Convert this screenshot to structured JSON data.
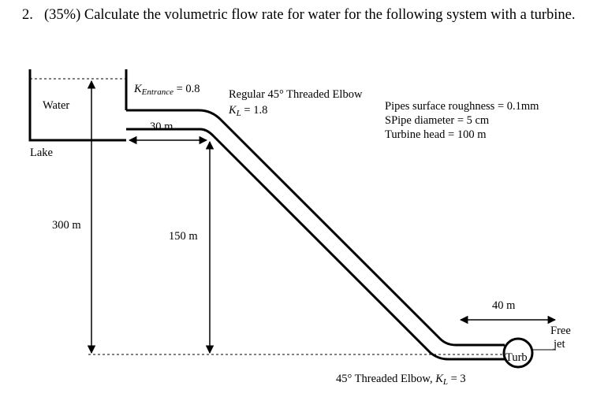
{
  "question": {
    "number": "2.",
    "text": "(35%) Calculate the volumetric flow rate for water for the following system with a turbine."
  },
  "diagram": {
    "water_label": "Water",
    "lake_label": "Lake",
    "k_entrance_symbol": "K",
    "k_entrance_sub": "Entrance",
    "k_entrance_value": " = 0.8",
    "elbow_top_title": "Regular 45° Threaded Elbow",
    "elbow_top_symbol": "K",
    "elbow_top_sub": "L",
    "elbow_top_value": " = 1.8",
    "pipe_specs": [
      "Pipes surface roughness = 0.1mm",
      "SPipe diameter = 5 cm",
      "Turbine head = 100 m"
    ],
    "dim_30m": "30 m",
    "dim_300m": "300 m",
    "dim_150m": "150 m",
    "dim_40m": "40 m",
    "turbine_label": "Turb",
    "free_jet_line1": "Free",
    "free_jet_line2": "jet",
    "elbow_bottom_prefix": "45° Threaded Elbow, ",
    "elbow_bottom_symbol": "K",
    "elbow_bottom_sub": "L",
    "elbow_bottom_value": " = 3"
  }
}
